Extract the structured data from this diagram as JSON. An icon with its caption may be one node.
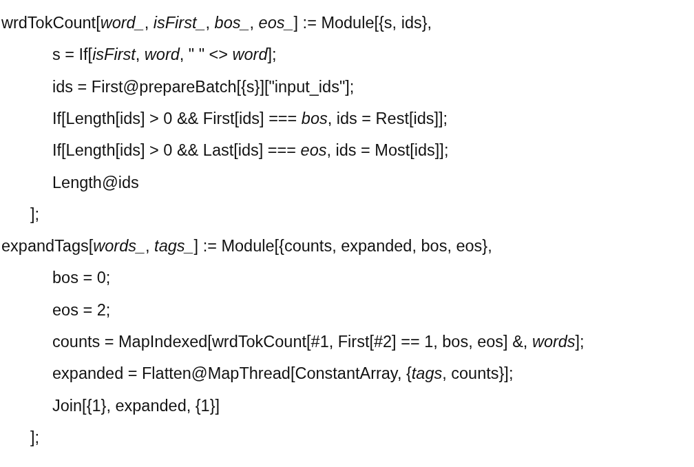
{
  "diagram": {
    "labels": [
      "wrdTokCount[*word_*, *isFirst_*, *bos_*, *eos_*] := Module[{s, ids},",
      "s = If[*isFirst*, *word*, \" \" <> *word*];",
      "ids = First@prepareBatch[{s}][\"input_ids\"];",
      "If[Length[ids] > 0 && First[ids] === *bos*, ids = Rest[ids]];",
      "If[Length[ids] > 0 && Last[ids] === *eos*, ids = Most[ids]];",
      "Length@ids",
      "];",
      "expandTags[*words_*, *tags_*] := Module[{counts, expanded, bos, eos},",
      "bos = 0;",
      "eos = 2;",
      "counts = MapIndexed[wrdTokCount[#1, First[#2] == 1, bos, eos] &, *words*];",
      "expanded = Flatten@MapThread[ConstantArray, {*tags*, counts}];",
      "Join[{1}, expanded, {1}]",
      "];"
    ]
  }
}
